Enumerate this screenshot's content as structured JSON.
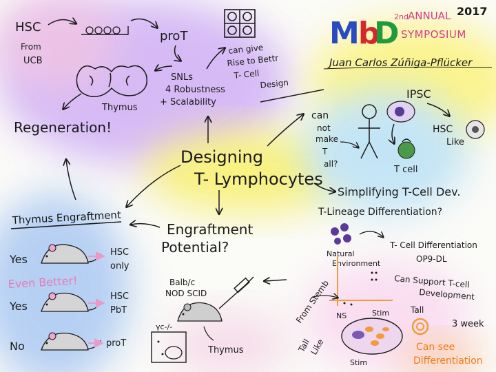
{
  "logo": {
    "letters": [
      "M",
      "b",
      "D"
    ],
    "letter_colors": [
      "#2a4bbf",
      "#d6262b",
      "#1f9a3e"
    ],
    "annual_prefix": "2nd",
    "annual_word": "ANNUAL",
    "symposium": "SYMPOSIUM",
    "year": "2017",
    "accent": "#d63a8a"
  },
  "speaker": "Juan Carlos Zúñiga-Pflücker",
  "center_title": {
    "line1": "Designing",
    "line2": "T- Lymphocytes"
  },
  "top_left": {
    "hsc": "HSC",
    "from": "From",
    "ucb": "UCB",
    "prot": "proT",
    "thymus": "Thymus",
    "snls": "SNLs",
    "robustness": "4 Robustness",
    "scalability": "+ Scalability",
    "regeneration": "Regeneration!"
  },
  "top_right_note": {
    "l1": "can give",
    "l2": "Rise to Bettr",
    "l3": "T- Cell",
    "l4": "Design"
  },
  "right_cluster": {
    "ipsc": "IPSC",
    "hsc": "HSC",
    "like": "Like",
    "can": "can",
    "not": "not",
    "make": "make",
    "t": "T",
    "all": "all?",
    "tcell": "T cell"
  },
  "simplifying": {
    "title": "Simplifying T-Cell Dev.",
    "question": "T-Lineage Differentiation?"
  },
  "bottom_right": {
    "natural": "Natural",
    "environment": "Environment",
    "diff_line1": "T- Cell Differentiation",
    "diff_line2": "OP9-DL",
    "support_l1": "Can Support T-cell",
    "support_l2": "Development",
    "from_stemb": "From Stemb",
    "ns": "NS",
    "stim": "Stim",
    "tall_like_l1": "Tall",
    "tall_like_l2": "Like",
    "tall": "Tall",
    "threewk": "3 week",
    "see_l1": "Can see",
    "see_l2": "Differentiation"
  },
  "left_panel": {
    "title": "Thymus Engraftment",
    "yes1": "Yes",
    "hsc": "HSC",
    "only": "only",
    "even_better": "Even Better!",
    "yes2": "Yes",
    "hsc2": "HSC",
    "pt": "PbT",
    "no": "No",
    "prot": "proT"
  },
  "engraft": {
    "l1": "Engraftment",
    "l2": "Potential?"
  },
  "mouse_model": {
    "l1": "Balb/c",
    "l2": "NOD SCID",
    "gc": "γc-/-",
    "thymus": "Thymus"
  },
  "colors": {
    "purple": "#c9a6f2",
    "yellow": "#f7ef6a",
    "blue": "#a9c8f2",
    "pink": "#f6c2dc",
    "orange": "#f39a3a",
    "mouse_pink": "#f2a7d0",
    "mouse_gray": "#bdbdbd"
  }
}
